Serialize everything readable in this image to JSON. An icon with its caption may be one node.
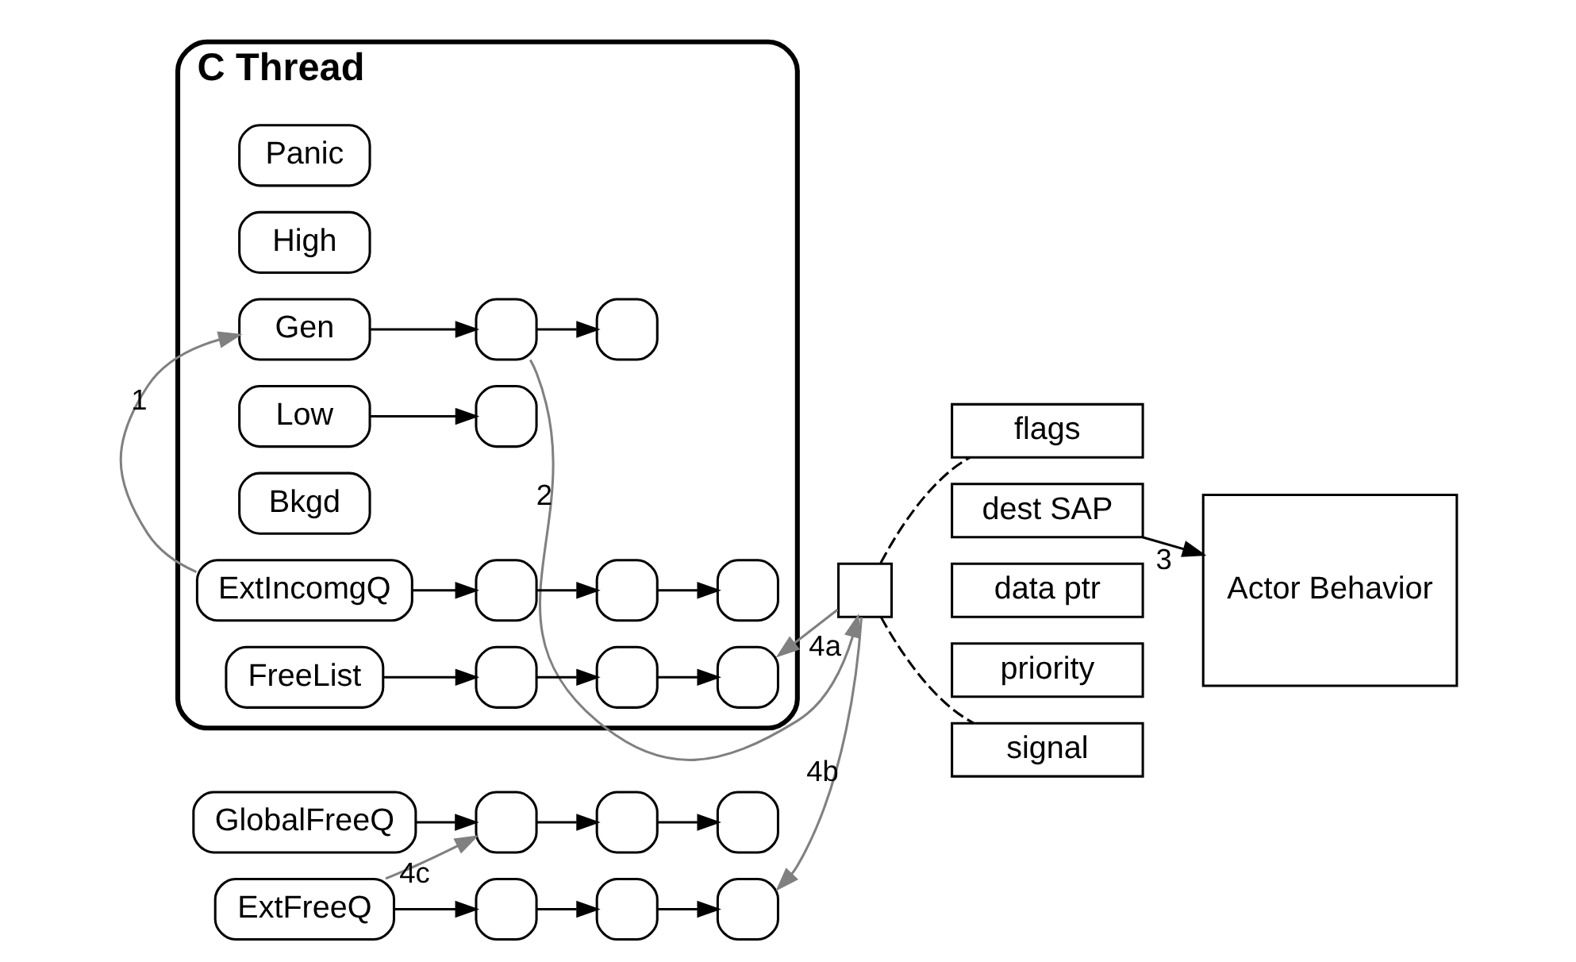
{
  "diagram": {
    "nodes": [
      {
        "text": [
          "C Thread"
        ]
      },
      {
        "text": [
          "Panic"
        ],
        "in": 0
      },
      {
        "text": [
          "High"
        ],
        "in": 0
      },
      {
        "text": [
          "Gen"
        ],
        "in": 0
      },
      {
        "text": [],
        "shape": "box",
        "in": 0
      },
      {
        "text": [],
        "shape": "box",
        "in": 0
      },
      {
        "text": [
          "Low"
        ],
        "in": 0
      },
      {
        "text": [],
        "shape": "box",
        "in": 0
      },
      {
        "text": [
          "Bkgd"
        ],
        "in": 0
      },
      {
        "text": [
          "ExtIncomgQ"
        ],
        "in": 0
      },
      {
        "text": [],
        "shape": "box",
        "in": 0
      },
      {
        "text": [],
        "shape": "box",
        "in": 0
      },
      {
        "text": [],
        "shape": "box",
        "in": 0
      },
      {
        "text": [
          "FreeList"
        ],
        "in": 0
      },
      {
        "text": [],
        "shape": "box",
        "in": 0
      },
      {
        "text": [],
        "shape": "box",
        "in": 0
      },
      {
        "text": [],
        "shape": "box",
        "in": 0
      },
      {
        "text": [
          "ExtFreeQ"
        ]
      },
      {
        "text": [],
        "shape": "box"
      },
      {
        "text": [],
        "shape": "box"
      },
      {
        "text": [],
        "shape": "box"
      },
      {
        "text": [],
        "shape": "box"
      },
      {
        "text": [
          "signal"
        ]
      },
      {
        "text": [
          "priority"
        ]
      },
      {
        "text": [
          "data ptr"
        ]
      },
      {
        "text": [
          "dest SAP"
        ]
      },
      {
        "text": [
          "flags"
        ]
      },
      {
        "text": [
          "Actor Behavior"
        ]
      },
      {
        "text": [
          "GlobalFreeQ"
        ]
      },
      {
        "text": [],
        "shape": "box"
      },
      {
        "text": [],
        "shape": "box"
      },
      {
        "text": [],
        "shape": "box"
      }
    ],
    "edges": [
      {
        "from": 3,
        "to": 4,
        "arrow": "to"
      },
      {
        "from": 4,
        "to": 5,
        "arrow": "to"
      },
      {
        "from": 6,
        "to": 7,
        "arrow": "to"
      },
      {
        "from": 9,
        "to": 10,
        "arrow": "to"
      },
      {
        "from": 10,
        "to": 11,
        "arrow": "to"
      },
      {
        "from": 11,
        "to": 12,
        "arrow": "to"
      },
      {
        "from": 13,
        "to": 14,
        "arrow": "to"
      },
      {
        "from": 14,
        "to": 15,
        "arrow": "to"
      },
      {
        "from": 15,
        "to": 16,
        "arrow": "to"
      },
      {
        "from": 17,
        "to": 18,
        "arrow": "to"
      },
      {
        "from": 18,
        "to": 19,
        "arrow": "to"
      },
      {
        "from": 19,
        "to": 20,
        "arrow": "to"
      },
      {
        "from": 28,
        "to": 29,
        "arrow": "to"
      },
      {
        "from": 29,
        "to": 30,
        "arrow": "to"
      },
      {
        "from": 30,
        "to": 31,
        "arrow": "to"
      },
      {
        "from": 9,
        "to": 3,
        "arrow": "to",
        "label": "1",
        "color": "#808080"
      },
      {
        "from": 4,
        "to": 21,
        "arrow": "to",
        "label": "2",
        "color": "#808080"
      },
      {
        "from": 25,
        "to": 27,
        "arrow": "to",
        "label": "3"
      },
      {
        "from": 21,
        "to": 16,
        "arrow": "to",
        "label": "4a",
        "color": "#808080"
      },
      {
        "from": 21,
        "to": 20,
        "arrow": "to",
        "label": "4b",
        "color": "#808080"
      },
      {
        "from": 17,
        "to": 29,
        "arrow": "to",
        "label": "4c",
        "color": "#808080"
      },
      {
        "from": 21,
        "to": 22,
        "arrow": "none",
        "style": "dashed"
      },
      {
        "from": 21,
        "to": 26,
        "arrow": "none",
        "style": "dashed"
      }
    ]
  }
}
